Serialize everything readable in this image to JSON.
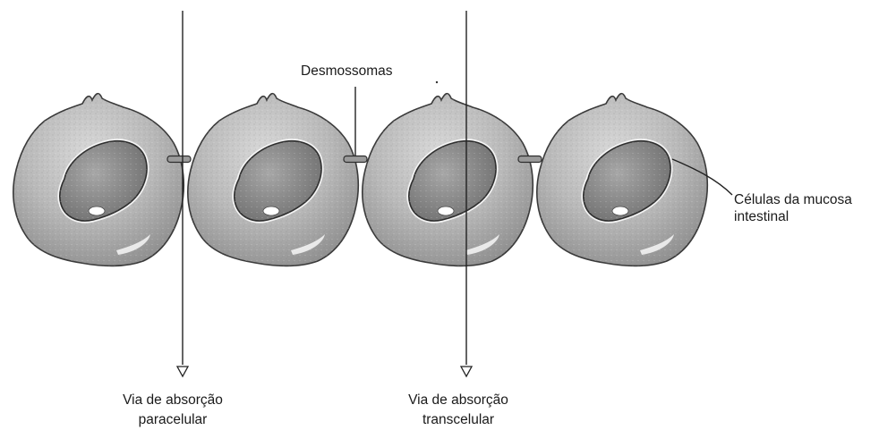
{
  "labels": {
    "desmosomes": "Desmossomas",
    "cells_line1": "Células da mucosa",
    "cells_line2": "intestinal",
    "paracellular_line1": "Via de absorção",
    "paracellular_line2": "paracelular",
    "transcellular_line1": "Via de absorção",
    "transcellular_line2": "transcelular"
  },
  "colors": {
    "cell_body": "#b9b9b9",
    "cell_outline": "#3a3a3a",
    "nucleus": "#8e8e8e",
    "line": "#222222"
  }
}
